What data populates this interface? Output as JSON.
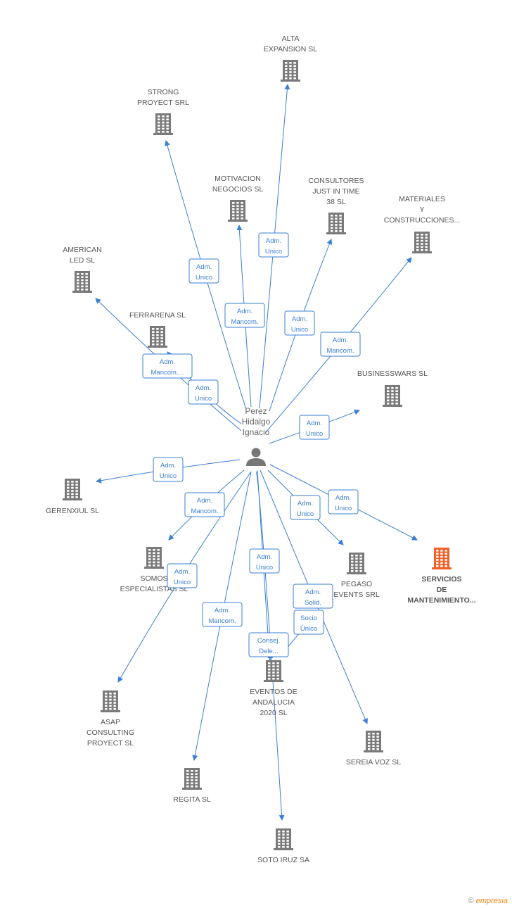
{
  "colors": {
    "edge": "#3a7fd5",
    "building": "#7a7a7a",
    "building_highlight": "#f06028",
    "person": "#777777"
  },
  "center": {
    "label_lines": [
      "Perez",
      "Hidalgo",
      "Ignacio"
    ],
    "icon": "person-icon"
  },
  "companies": [
    {
      "id": "alta",
      "label_lines": [
        "ALTA",
        "EXPANSION SL"
      ]
    },
    {
      "id": "strong",
      "label_lines": [
        "STRONG",
        "PROYECT SRL"
      ]
    },
    {
      "id": "motivacion",
      "label_lines": [
        "MOTIVACION",
        "NEGOCIOS SL"
      ]
    },
    {
      "id": "consultores",
      "label_lines": [
        "CONSULTORES",
        "JUST IN TIME",
        "38 SL"
      ]
    },
    {
      "id": "materiales",
      "label_lines": [
        "MATERIALES",
        "Y",
        "CONSTRUCCIONES..."
      ]
    },
    {
      "id": "american",
      "label_lines": [
        "AMERICAN",
        "LED  SL"
      ]
    },
    {
      "id": "ferrarena",
      "label_lines": [
        "FERRARENA SL"
      ]
    },
    {
      "id": "businesswars",
      "label_lines": [
        "BUSINESSWARS SL"
      ]
    },
    {
      "id": "gerenxiul",
      "label_lines": [
        "GERENXIUL SL"
      ]
    },
    {
      "id": "somos",
      "label_lines": [
        "SOMOS",
        "ESPECIALISTAS SL"
      ]
    },
    {
      "id": "pegaso",
      "label_lines": [
        "PEGASO",
        "EVENTS SRL"
      ]
    },
    {
      "id": "servicios",
      "label_lines": [
        "SERVICIOS",
        "DE",
        "MANTENIMIENTO..."
      ],
      "highlight": true
    },
    {
      "id": "eventos",
      "label_lines": [
        "EVENTOS DE",
        "ANDALUCIA",
        "2020 SL"
      ]
    },
    {
      "id": "asap",
      "label_lines": [
        "ASAP",
        "CONSULTING",
        "PROYECT SL"
      ]
    },
    {
      "id": "sereia",
      "label_lines": [
        "SEREIA VOZ  SL"
      ]
    },
    {
      "id": "regita",
      "label_lines": [
        "REGITA SL"
      ]
    },
    {
      "id": "soto",
      "label_lines": [
        "SOTO IRUZ SA"
      ]
    }
  ],
  "relations": [
    {
      "target": "alta",
      "lines": [
        "Adm.",
        "Unico"
      ]
    },
    {
      "target": "strong",
      "lines": [
        "Adm.",
        "Unico"
      ]
    },
    {
      "target": "motivacion",
      "lines": [
        "Adm.",
        "Mancom."
      ]
    },
    {
      "target": "consultores",
      "lines": [
        "Adm.",
        "Unico"
      ]
    },
    {
      "target": "materiales",
      "lines": [
        "Adm.",
        "Mancom."
      ]
    },
    {
      "target": "american",
      "lines": [
        "Adm.",
        "Mancom...."
      ]
    },
    {
      "target": "ferrarena",
      "lines": [
        "Adm.",
        "Unico"
      ]
    },
    {
      "target": "businesswars",
      "lines": [
        "Adm.",
        "Unico"
      ]
    },
    {
      "target": "gerenxiul",
      "lines": [
        "Adm.",
        "Unico"
      ]
    },
    {
      "target": "somos",
      "lines": [
        "Adm.",
        "Mancom."
      ]
    },
    {
      "target": "pegaso",
      "lines": [
        "Adm.",
        "Unico"
      ]
    },
    {
      "target": "servicios",
      "lines": [
        "Adm.",
        "Unico"
      ]
    },
    {
      "target": "asap",
      "lines": [
        "Adm.",
        "Unico"
      ]
    },
    {
      "target": "regita",
      "lines": [
        "Adm.",
        "Mancom."
      ]
    },
    {
      "target": "soto",
      "lines": [
        "Adm.",
        "Unico"
      ]
    },
    {
      "target": "sereia",
      "lines": [
        "Adm.",
        "Solid."
      ]
    },
    {
      "target": "eventos",
      "lines": [
        "Socio",
        "Único"
      ]
    },
    {
      "target": "eventos",
      "lines": [
        "Consej.",
        "Dele..."
      ]
    }
  ],
  "footer": {
    "copyright_symbol": "©",
    "brand_initial": "e",
    "brand_rest": "mpresia"
  }
}
